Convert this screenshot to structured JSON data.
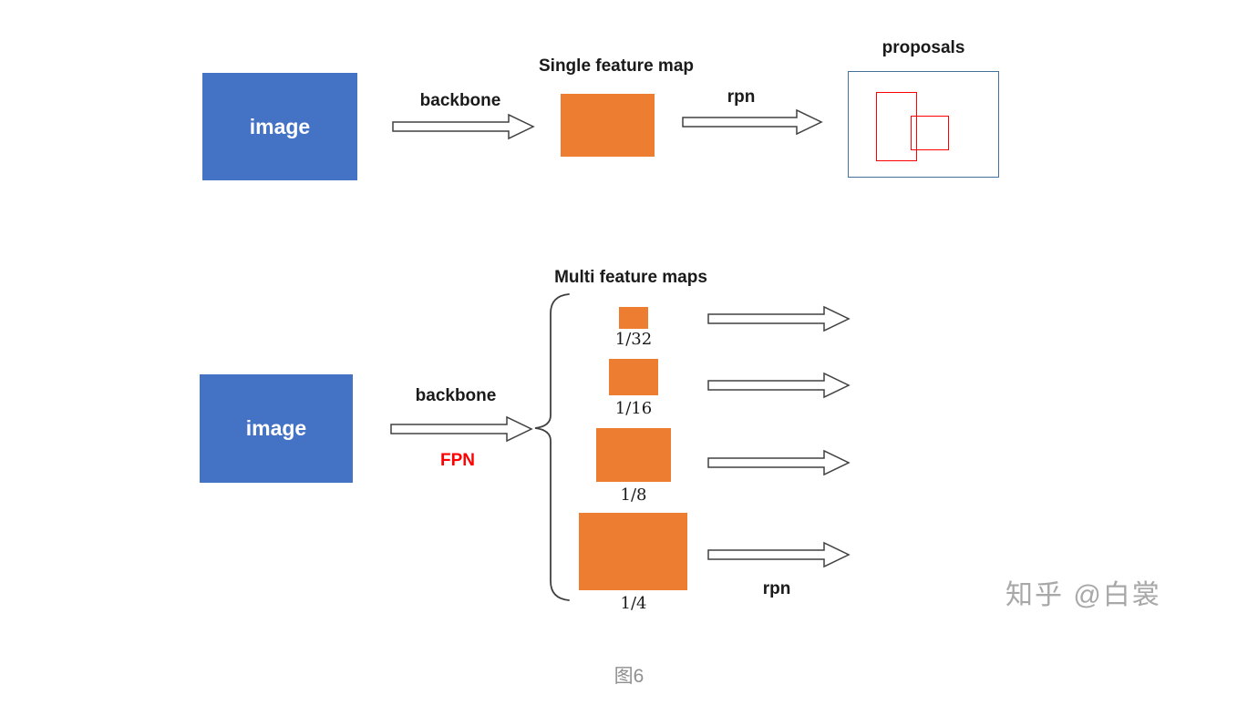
{
  "top_flow": {
    "image_label": "image",
    "backbone_label": "backbone",
    "feature_map_title": "Single feature map",
    "rpn_label": "rpn",
    "proposals_label": "proposals"
  },
  "bottom_flow": {
    "image_label": "image",
    "backbone_label": "backbone",
    "fpn_label": "FPN",
    "multi_feature_title": "Multi feature maps",
    "scales": [
      "1/32",
      "1/16",
      "1/8",
      "1/4"
    ],
    "rpn_label": "rpn"
  },
  "watermark": "知乎 @白裳",
  "caption": "图6",
  "colors": {
    "image_box": "#4472C4",
    "feature_box": "#ED7D31",
    "proposal_outline": "#FF0000",
    "proposals_border": "#41719C",
    "fpn_text": "#FF0000",
    "arrow_outline": "#404040"
  }
}
